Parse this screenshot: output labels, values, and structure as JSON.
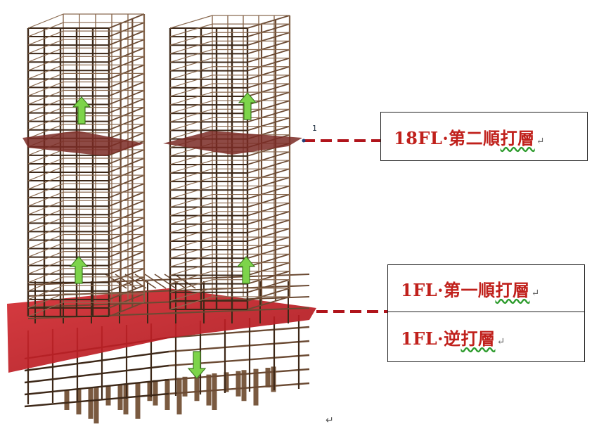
{
  "labels": {
    "upper": {
      "prefix": "18FL·第二順",
      "suffix": "打層",
      "ret": "↵"
    },
    "mid": {
      "prefix": "1FL·第一順",
      "suffix": "打層",
      "ret": "↵"
    },
    "low": {
      "prefix": "1FL·逆",
      "suffix": "打層",
      "ret": "↵"
    }
  },
  "marker_number": "1",
  "trailing_mark": "↵",
  "colors": {
    "steel": "#6b4a33",
    "steel_dark": "#3d2818",
    "slab": "#c8232a",
    "arrow": "#7dd44a",
    "dash": "#b0141b"
  },
  "icons": [
    "arrow-up-icon",
    "arrow-down-icon"
  ]
}
